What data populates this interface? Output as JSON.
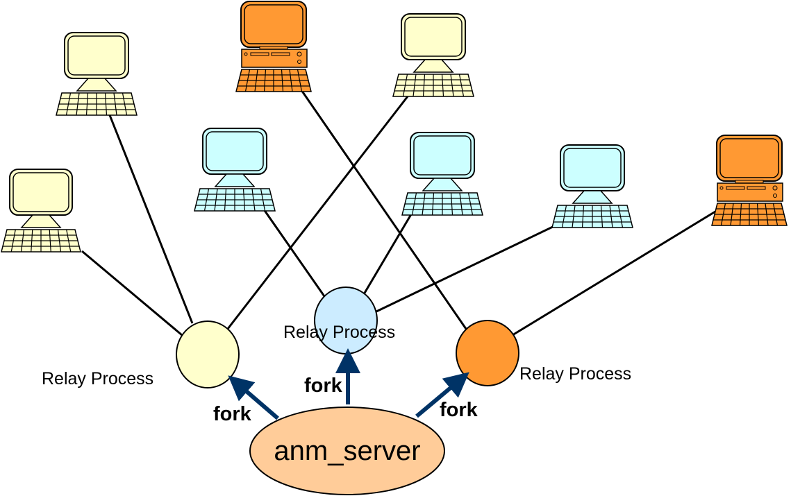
{
  "diagram": {
    "server": {
      "id": "anm_server",
      "label": "anm_server",
      "fill": "#FFCC99"
    },
    "relays": [
      {
        "id": "relay-yellow",
        "label": "Relay Process",
        "fill": "#FFFFCC",
        "fork_label": "fork"
      },
      {
        "id": "relay-blue",
        "label": "Relay Process",
        "fill": "#CCECFF",
        "fork_label": "fork"
      },
      {
        "id": "relay-orange",
        "label": "Relay Process",
        "fill": "#FF9933",
        "fork_label": "fork"
      }
    ],
    "computers": [
      {
        "id": "computer-1",
        "type": "desktop",
        "color": "yellow",
        "relay": "relay-yellow"
      },
      {
        "id": "computer-2",
        "type": "tower",
        "color": "orange",
        "relay": "relay-orange"
      },
      {
        "id": "computer-3",
        "type": "desktop",
        "color": "yellow",
        "relay": "relay-yellow"
      },
      {
        "id": "computer-4",
        "type": "desktop",
        "color": "blue",
        "relay": "relay-blue"
      },
      {
        "id": "computer-5",
        "type": "desktop",
        "color": "blue",
        "relay": "relay-blue"
      },
      {
        "id": "computer-6",
        "type": "desktop",
        "color": "blue",
        "relay": "relay-blue"
      },
      {
        "id": "computer-7",
        "type": "tower",
        "color": "orange",
        "relay": "relay-orange"
      },
      {
        "id": "computer-8",
        "type": "desktop",
        "color": "yellow",
        "relay": "relay-yellow"
      }
    ],
    "palette": {
      "yellow": "#FFFFCC",
      "blue": "#CCFFFF",
      "orange": "#FF9933",
      "arrow": "#003366",
      "line": "#000000"
    }
  }
}
